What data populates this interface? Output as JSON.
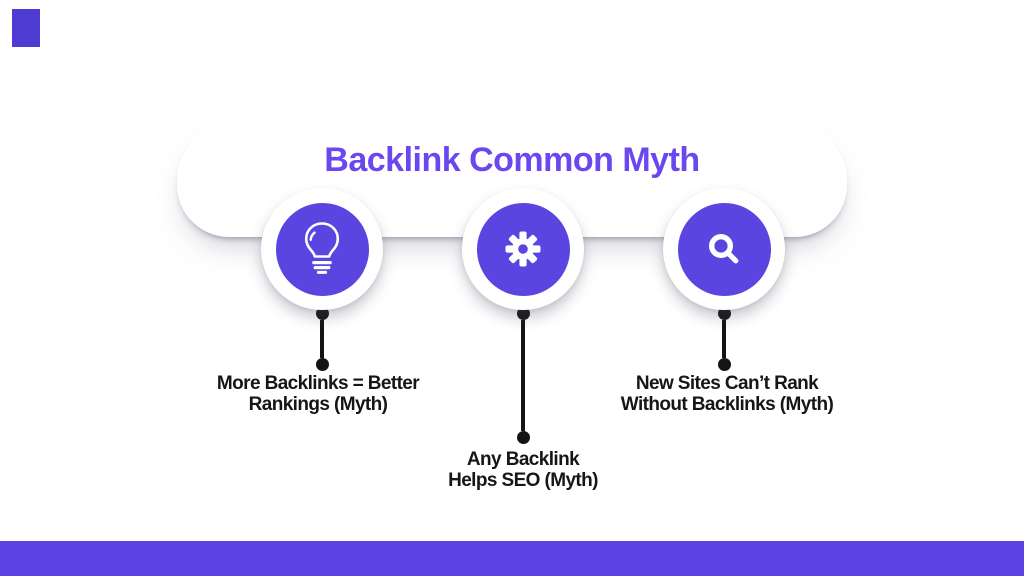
{
  "colors": {
    "circle_purple": "#5B45E0",
    "title_purple": "#6A47EE",
    "bar_purple": "#5C42E5",
    "corner_purple": "#4D3BD2",
    "connector_black": "#141414",
    "label_dark": "#161616",
    "card_white": "#FFFFFF"
  },
  "header": {
    "title": "Backlink Common Myth"
  },
  "myths": [
    {
      "icon": "lightbulb-icon",
      "lines": [
        "More Backlinks = Better",
        "Rankings (Myth)"
      ]
    },
    {
      "icon": "gear-icon",
      "lines": [
        "Any Backlink",
        "Helps SEO (Myth)"
      ]
    },
    {
      "icon": "search-icon",
      "lines": [
        "New Sites Can’t Rank",
        "Without Backlinks (Myth)"
      ]
    }
  ]
}
